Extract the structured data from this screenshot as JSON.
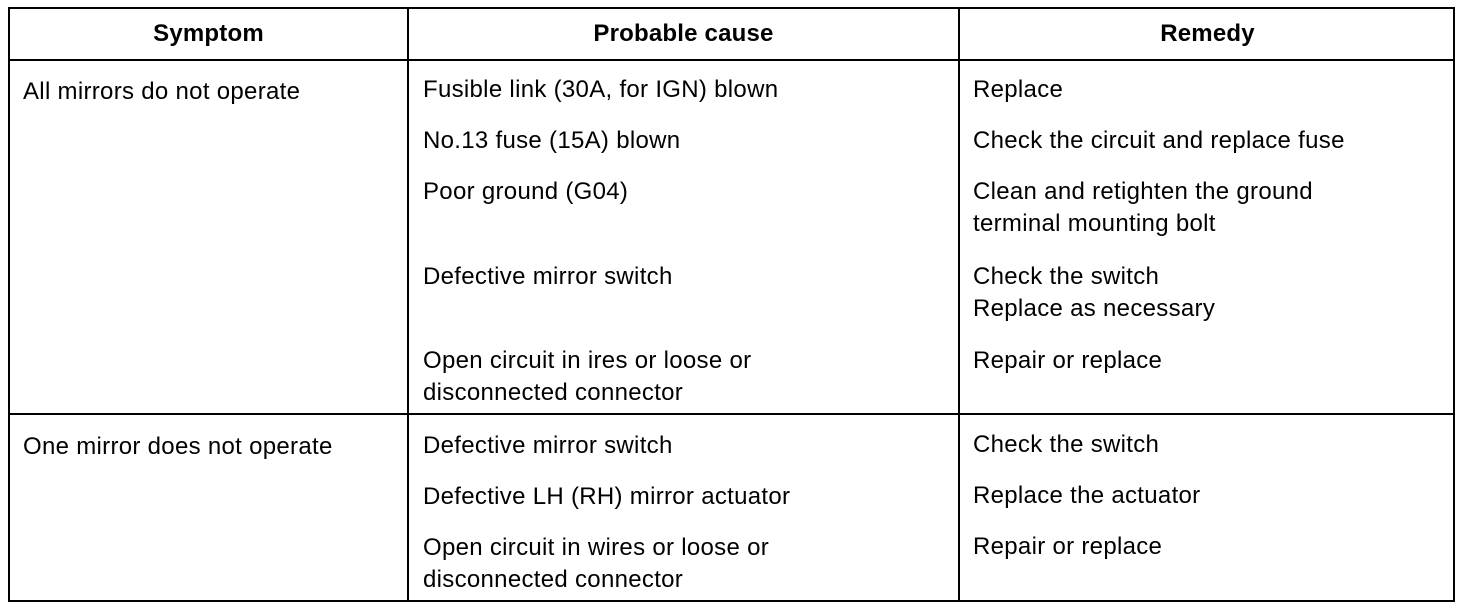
{
  "table": {
    "headers": {
      "symptom": "Symptom",
      "cause": "Probable cause",
      "remedy": "Remedy"
    },
    "groups": [
      {
        "symptom": "All mirrors do not operate",
        "rows": [
          {
            "cause": "Fusible link (30A, for IGN) blown",
            "remedy": "Replace"
          },
          {
            "cause": "No.13 fuse (15A) blown",
            "remedy": "Check the circuit and replace fuse"
          },
          {
            "cause": "Poor ground (G04)",
            "remedy": "Clean and retighten the ground\nterminal mounting bolt"
          },
          {
            "cause": "Defective mirror switch",
            "remedy": "Check the switch\nReplace as necessary"
          },
          {
            "cause": "Open circuit in ires or loose or\ndisconnected connector",
            "remedy": "Repair or replace"
          }
        ]
      },
      {
        "symptom": "One mirror does not operate",
        "rows": [
          {
            "cause": "Defective mirror switch",
            "remedy": "Check the switch"
          },
          {
            "cause": "Defective LH (RH) mirror actuator",
            "remedy": "Replace the actuator"
          },
          {
            "cause": "Open circuit in wires or loose or\ndisconnected connector",
            "remedy": "Repair or replace"
          }
        ]
      }
    ]
  }
}
